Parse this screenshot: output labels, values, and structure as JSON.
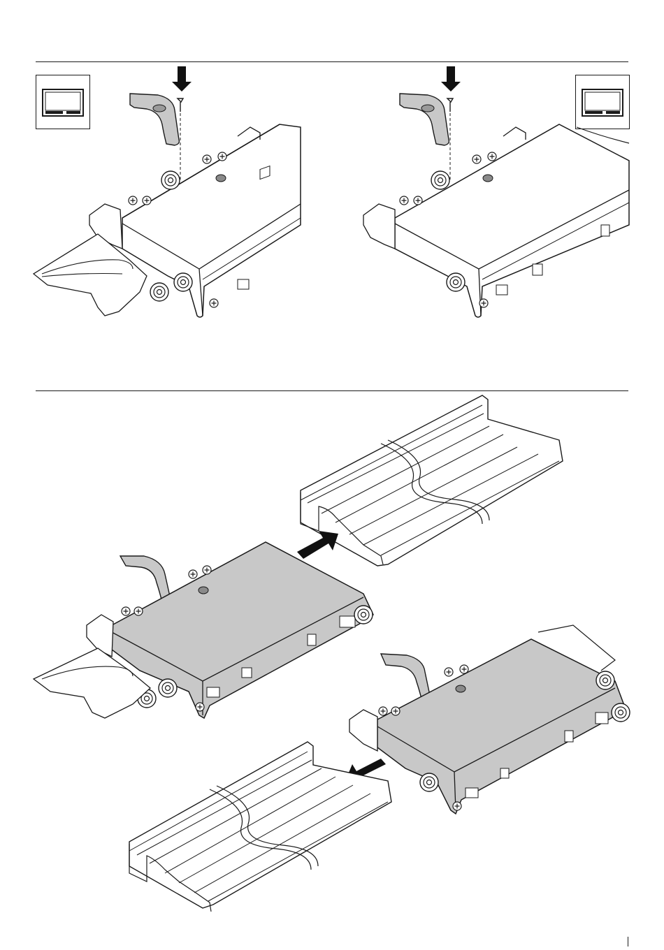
{
  "page": {
    "title": "",
    "background": "#ffffff"
  },
  "colors": {
    "line": "#1a1a1a",
    "part_fill": "#d0d0d0",
    "cover_fill": "#c8c8c8",
    "screw_dot": "#8a8a8a",
    "arrow": "#111111"
  },
  "sections": [
    {
      "id": "mount-cover",
      "steps": [
        {
          "id": "left-variant",
          "screen_icon": "monitor-icon",
          "arrow": "down-arrow-icon"
        },
        {
          "id": "right-variant",
          "screen_icon": "monitor-icon",
          "arrow": "down-arrow-icon"
        }
      ]
    },
    {
      "id": "insert-into-track",
      "steps": [
        {
          "id": "insert-upper",
          "arrow": "insert-arrow-icon"
        },
        {
          "id": "insert-lower",
          "arrow": "insert-arrow-icon"
        }
      ]
    }
  ]
}
